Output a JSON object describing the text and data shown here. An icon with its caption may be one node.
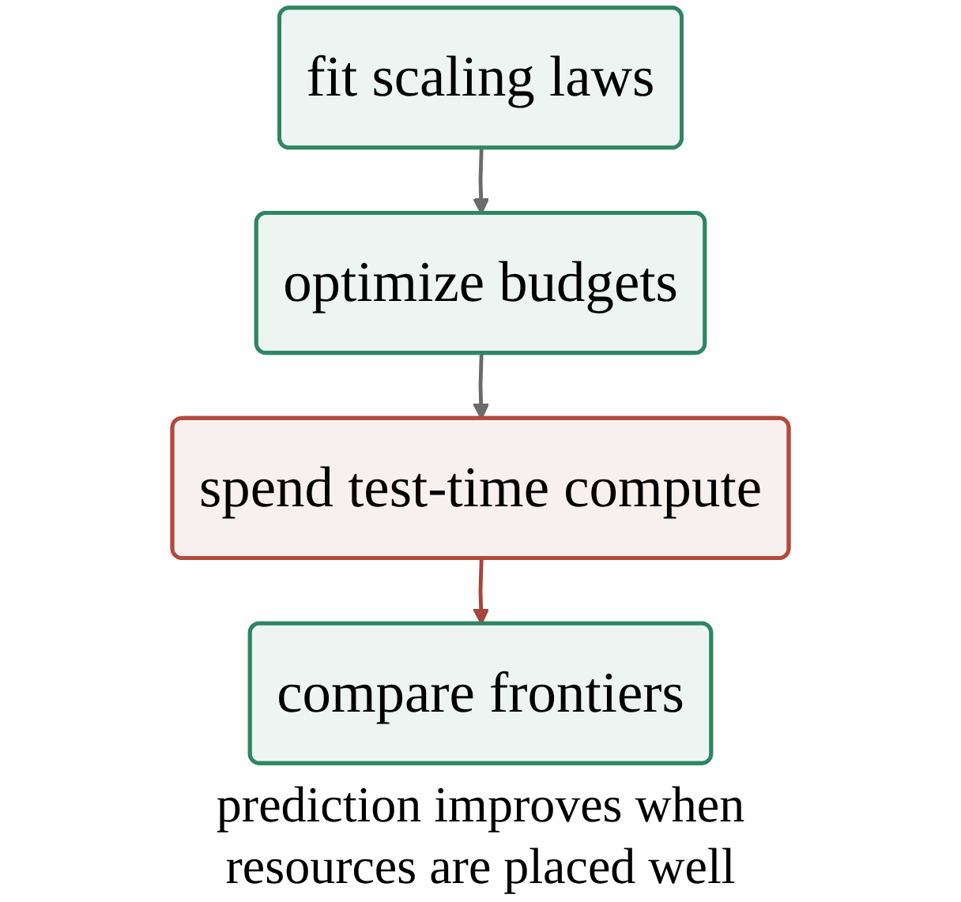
{
  "diagram": {
    "nodes": [
      {
        "text": [
          "fit scaling laws"
        ]
      },
      {
        "text": [
          "optimize budgets"
        ]
      },
      {
        "text": [
          "spend test-time compute"
        ]
      },
      {
        "text": [
          "compare frontiers"
        ]
      }
    ],
    "edges": [
      {
        "from": 0,
        "to": 1,
        "arrow": "to"
      },
      {
        "from": 1,
        "to": 2,
        "arrow": "to"
      },
      {
        "from": 2,
        "to": 3,
        "arrow": "to",
        "color": "#a9443a"
      }
    ],
    "caption": "prediction improves when resources are placed well"
  }
}
